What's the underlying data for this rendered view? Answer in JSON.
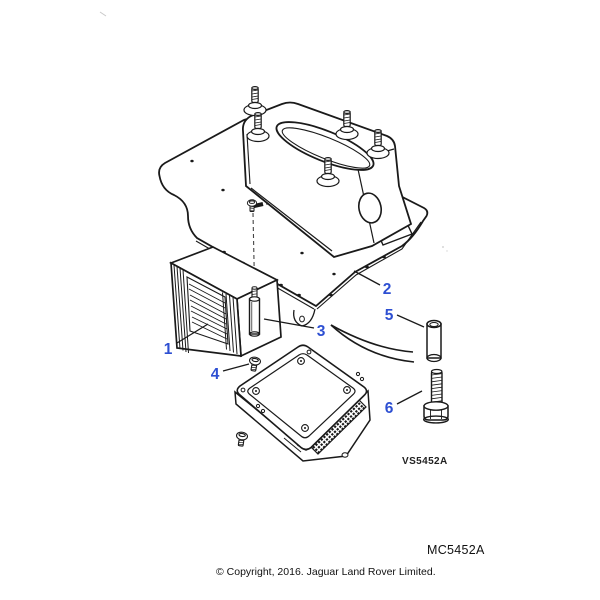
{
  "page": {
    "background": "#ffffff"
  },
  "diagram": {
    "drawing_code": "VS5452A",
    "figure_code": "MC5452A",
    "copyright_line": "© Copyright, 2016. Jaguar Land Rover Limited.",
    "callout_color": "#2d4fd2",
    "line_color": "#1a1a1a",
    "callouts": [
      "1",
      "2",
      "3",
      "4",
      "5",
      "6"
    ]
  }
}
